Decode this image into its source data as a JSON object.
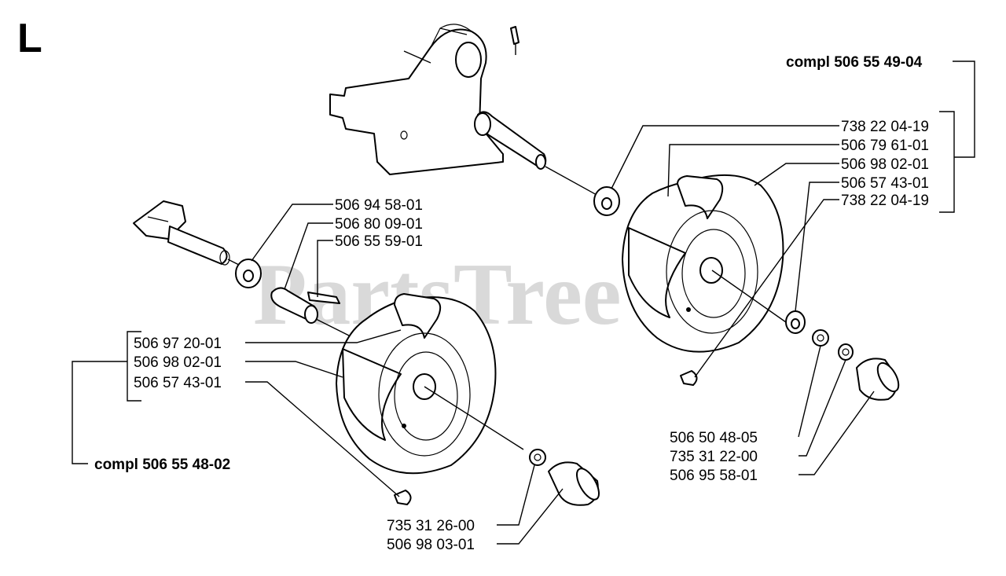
{
  "section_letter": "L",
  "watermark": "PartsTree",
  "assemblies": {
    "right": "compl 506 55 49-04",
    "left": "compl 506 55 48-02"
  },
  "right_labels": [
    "738 22 04-19",
    "506 79 61-01",
    "506 98 02-01",
    "506 57 43-01",
    "738 22 04-19"
  ],
  "left_top_labels": [
    "506 94 58-01",
    "506 80 09-01",
    "506 55 59-01"
  ],
  "left_labels": [
    "506 97 20-01",
    "506 98 02-01",
    "506 57 43-01"
  ],
  "right_bottom_labels": [
    "506 50 48-05",
    "735 31 22-00",
    "506 95 58-01"
  ],
  "bottom_labels": [
    "735 31 26-00",
    "506 98 03-01"
  ]
}
